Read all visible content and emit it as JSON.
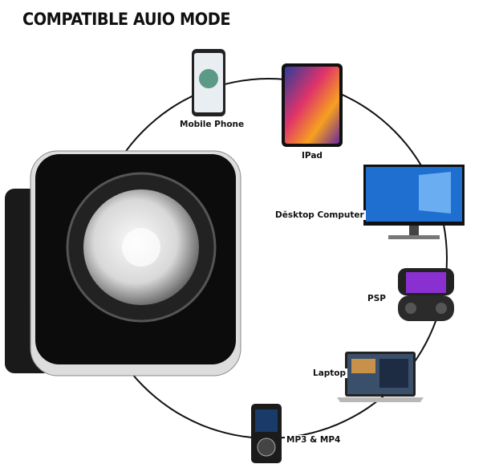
{
  "title": "COMPATIBLE AUIO MODE",
  "devices": [
    {
      "label": "Mobile Phone",
      "icon": "smartphone-icon"
    },
    {
      "label": "IPad",
      "icon": "tablet-icon"
    },
    {
      "label": "Dĕsktop Computer",
      "icon": "desktop-monitor-icon"
    },
    {
      "label": "PSP",
      "icon": "handheld-console-icon"
    },
    {
      "label": "Laptop",
      "icon": "laptop-icon"
    },
    {
      "label": "MP3 & MP4",
      "icon": "mp3-player-icon"
    }
  ],
  "product": {
    "icon": "speaker-icon",
    "color": "#111111"
  }
}
